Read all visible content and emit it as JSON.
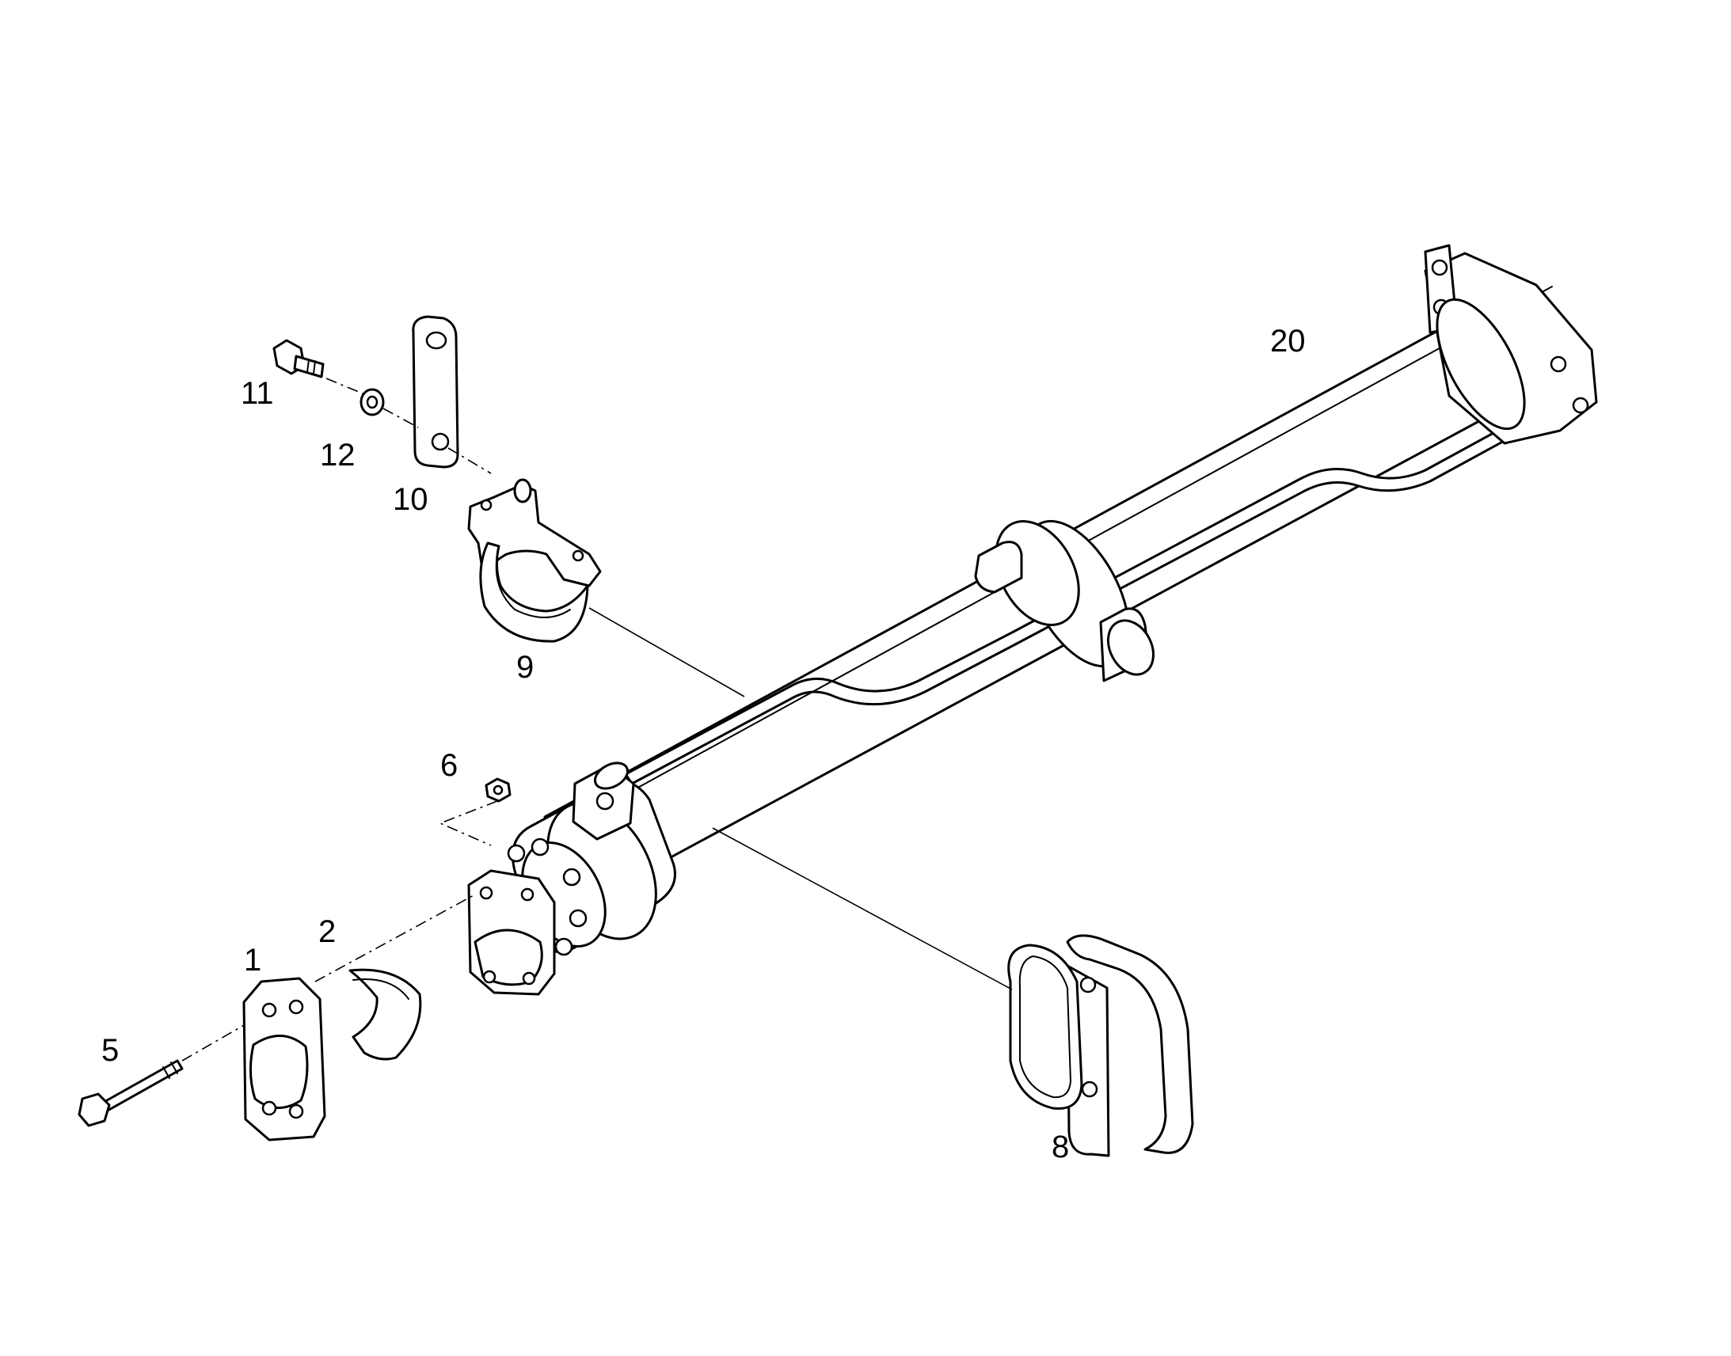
{
  "callouts": {
    "c1": "1",
    "c2": "2",
    "c5": "5",
    "c6": "6",
    "c8": "8",
    "c9": "9",
    "c10": "10",
    "c11": "11",
    "c12": "12",
    "c20": "20"
  },
  "colors": {
    "line": "#000000",
    "background": "#ffffff"
  }
}
